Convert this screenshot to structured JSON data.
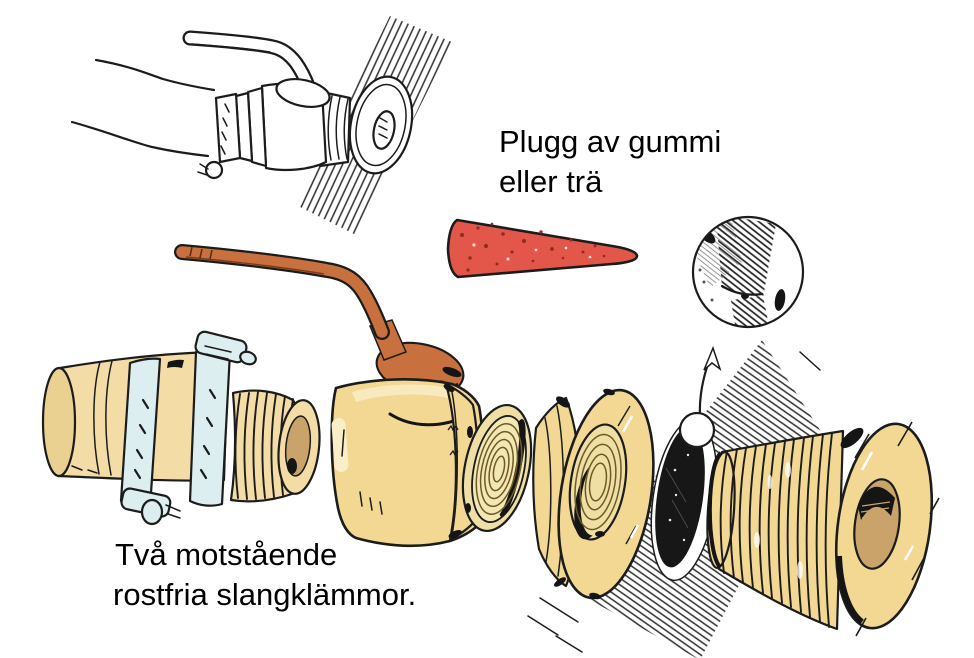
{
  "labels": {
    "plug_line1": "Plugg av gummi",
    "plug_line2": "eller trä",
    "clamps_line1": "Två motstående",
    "clamps_line2": "rostfria slangklämmor."
  },
  "colors": {
    "background": "#ffffff",
    "text": "#000000",
    "line": "#1c1c1c",
    "brass": "#f3d893",
    "brass-light": "#faeec9",
    "brass-mid": "#efdfa4",
    "brass-dark": "#c9a36a",
    "hose": "#f4dca6",
    "clamp": "#ddeef0",
    "handle": "#c8713e",
    "plug-red": "#e2574a",
    "plug-red-dark": "#8f2b1f",
    "hull-hatch": "#2d2d2d"
  },
  "components": {
    "installed_assembly": "installed-seacock-line-drawing",
    "plug": "tapered-emergency-plug",
    "detail_inset": "hull-bedding-detail-inset",
    "hose": "hose-with-two-clamps",
    "valve": "ball-valve-with-handle",
    "flange_nut": "flanged-locking-nut",
    "hull": "hull-section-with-hole",
    "through_hull": "through-hull-fitting"
  }
}
